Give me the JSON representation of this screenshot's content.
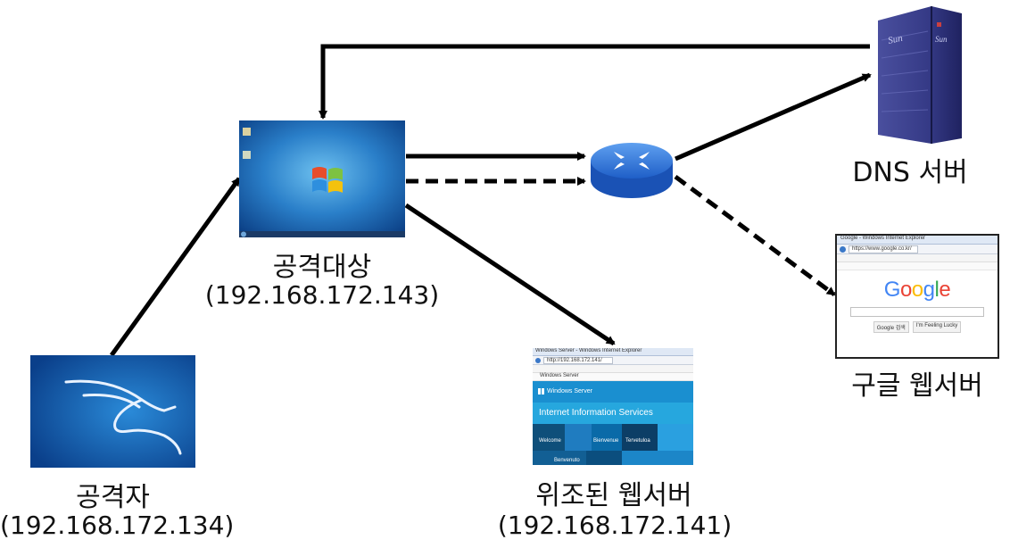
{
  "nodes": {
    "target": {
      "name": "공격대상",
      "ip": "(192.168.172.143)"
    },
    "attacker": {
      "name": "공격자",
      "ip": "(192.168.172.134)"
    },
    "fake_web": {
      "name": "위조된 웹서버",
      "ip": "(192.168.172.141)"
    },
    "dns": {
      "name": "DNS 서버",
      "logo_text": "Sun"
    },
    "google_web": {
      "name": "구글 웹서버"
    }
  },
  "screens": {
    "iis": {
      "window_title": "Windows Server - Windows Internet Explorer",
      "address": "http://192.168.172.141/",
      "tab": "Windows Server",
      "brand": "Windows Server",
      "banner": "Internet Information Services",
      "tiles": [
        "Welcome",
        "Bienvenue",
        "Tervetuloa",
        "Benvenuto"
      ]
    },
    "google": {
      "window_title": "Google - Windows Internet Explorer",
      "address": "https://www.google.co.kr/",
      "logo": "Google",
      "buttons": [
        "Google 검색",
        "I'm Feeling Lucky"
      ]
    }
  },
  "colors": {
    "arrow": "#000000",
    "router": "#2a6fd0",
    "win_bg": "#2a7fc9",
    "kali_bg": "#1466b8",
    "iis_bg": "#1a8fd0",
    "server": "#3b3f8f"
  }
}
